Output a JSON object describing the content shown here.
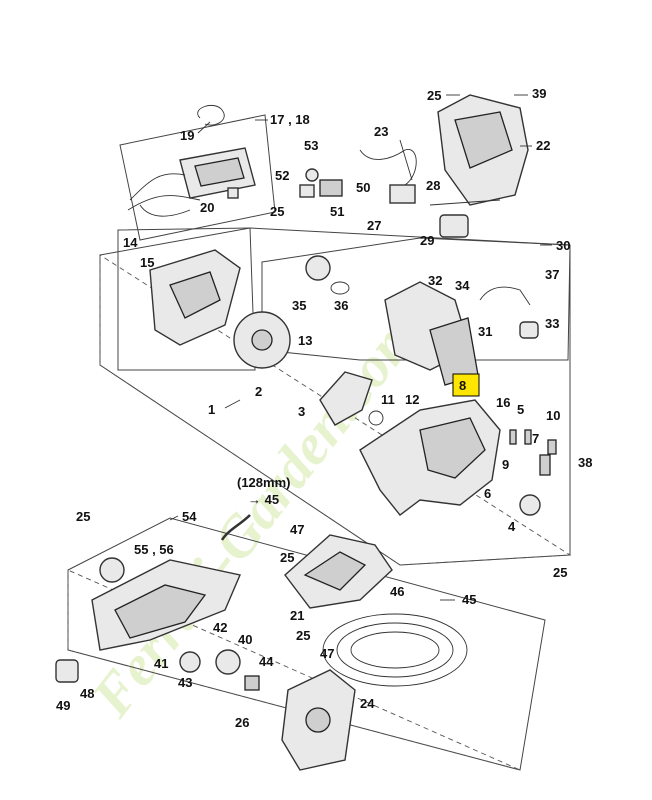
{
  "watermark": "Ferrari-Garden.com",
  "labels": {
    "p1": "1",
    "p2": "2",
    "p3": "3",
    "p4": "4",
    "p5": "5",
    "p6": "6",
    "p7": "7",
    "p8": "8",
    "p9": "9",
    "p10": "10",
    "p11": "11",
    "p12": "12",
    "p13": "13",
    "p14": "14",
    "p15": "15",
    "p16": "16",
    "p17_18": "17 , 18",
    "p19": "19",
    "p20": "20",
    "p21": "21",
    "p22": "22",
    "p23": "23",
    "p24": "24",
    "p25a": "25",
    "p25b": "25",
    "p25c": "25",
    "p25d": "25",
    "p25e": "25",
    "p25f": "25",
    "p26": "26",
    "p27": "27",
    "p28": "28",
    "p29": "29",
    "p30": "30",
    "p31": "31",
    "p32": "32",
    "p33": "33",
    "p34": "34",
    "p35": "35",
    "p36": "36",
    "p37": "37",
    "p38": "38",
    "p39": "39",
    "p40": "40",
    "p41": "41",
    "p42": "42",
    "p43": "43",
    "p44": "44",
    "p45a": "45",
    "p45b": "45",
    "p46": "46",
    "p47a": "47",
    "p47b": "47",
    "p48": "48",
    "p49": "49",
    "p50": "50",
    "p51": "51",
    "p52": "52",
    "p53": "53",
    "p54": "54",
    "p55_56": "55 , 56"
  },
  "hose_note": "(128mm)",
  "hose_ref": "→ 45",
  "highlight": {
    "label": "8",
    "color": "#ffe600"
  }
}
